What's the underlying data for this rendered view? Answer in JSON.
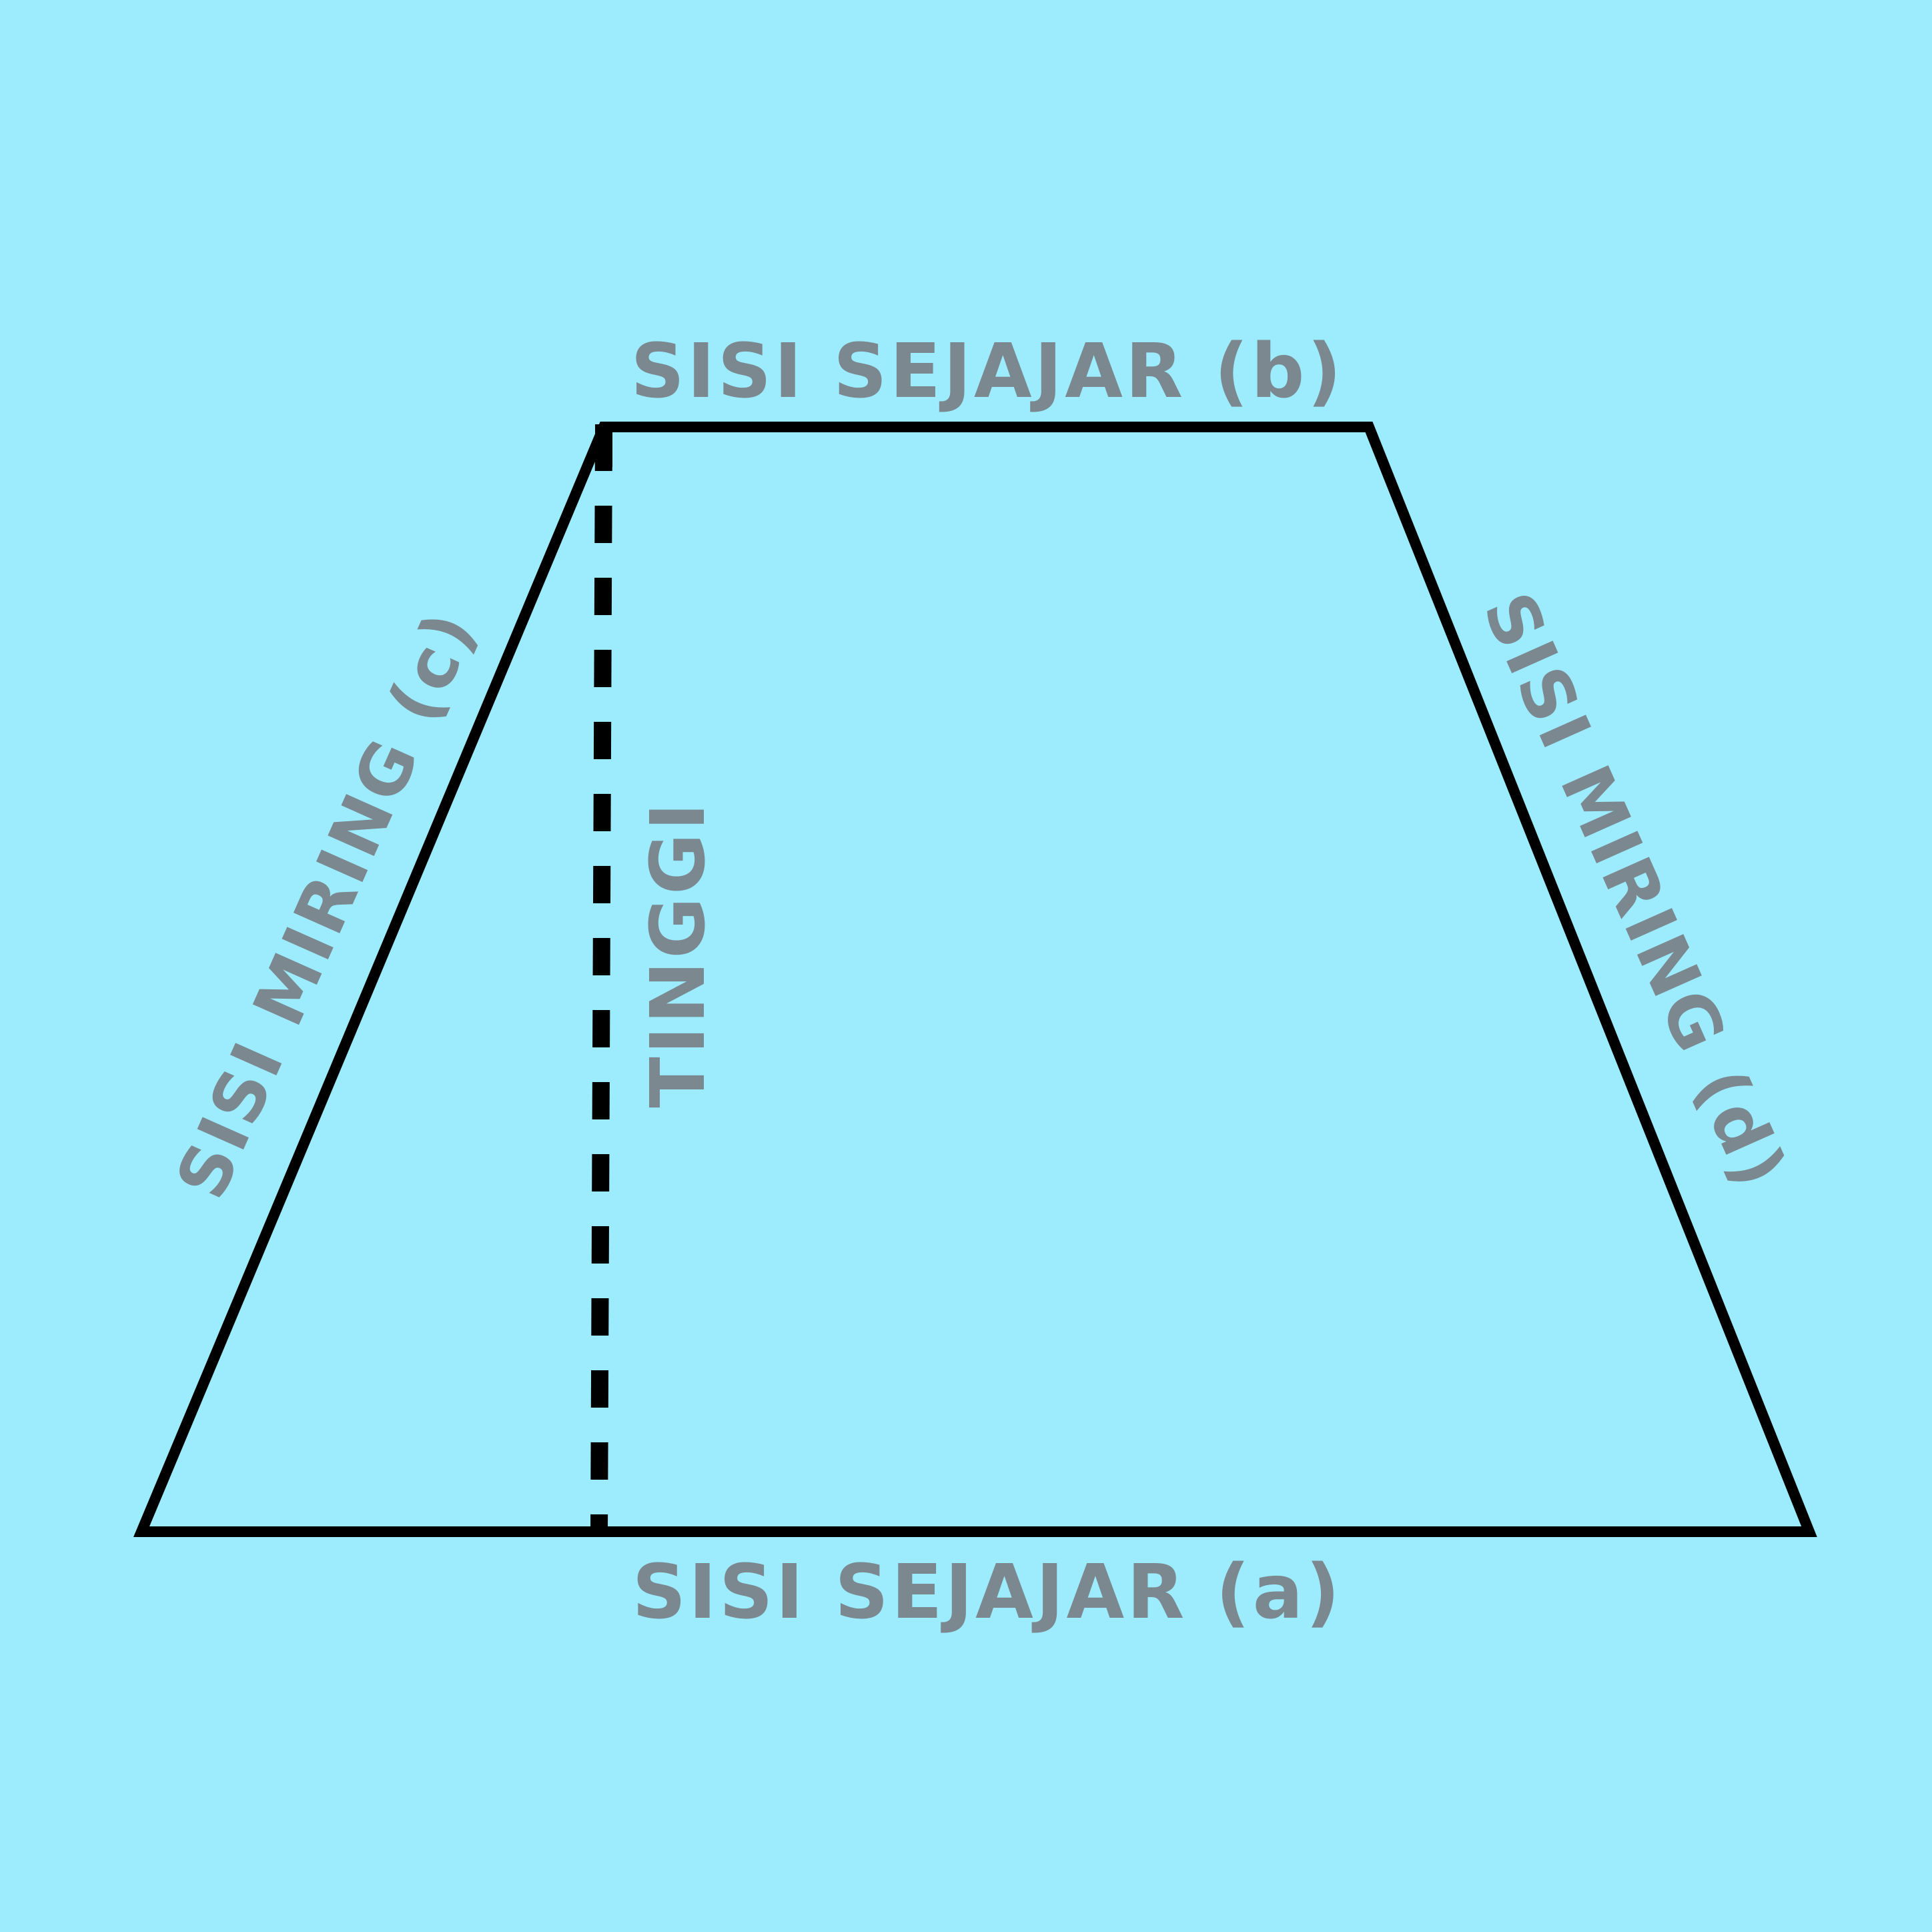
{
  "background_color": "#9cecfd",
  "line_color": "#000000",
  "label_color": "#7b8890",
  "labels": {
    "top_side": "SISI SEJAJAR (b)",
    "bottom_side": "SISI SEJAJAR (a)",
    "left_side": "SISI MIRING (c)",
    "right_side": "SISI MIRING (d)",
    "height": "TINGGI"
  }
}
